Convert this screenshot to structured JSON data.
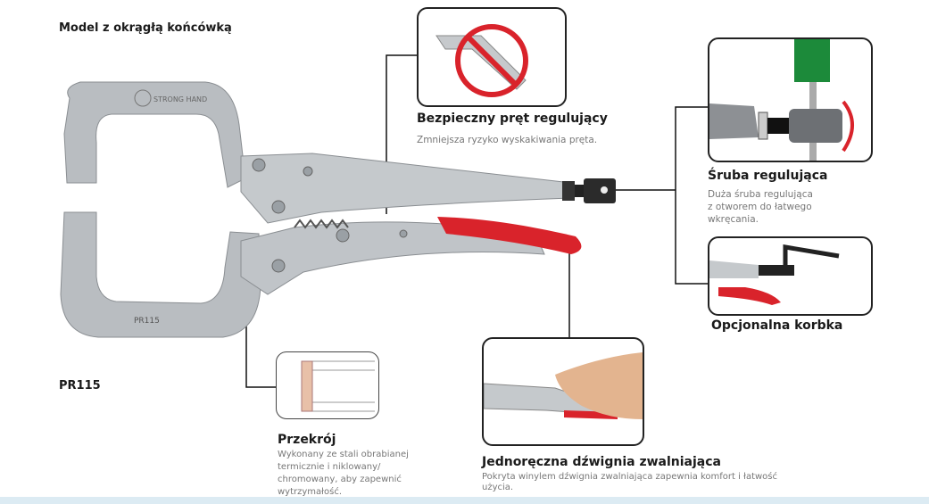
{
  "title": "Model z okrągłą końcówką",
  "model_label": "PR115",
  "logo_text": "STRONG HAND",
  "engraving": "PR115",
  "callouts": {
    "rod": {
      "title": "Bezpieczny pręt regulujący",
      "desc": "Zmniejsza ryzyko wyskakiwania pręta."
    },
    "screw": {
      "title": "Śruba regulująca",
      "desc_lines": [
        "Duża śruba regulująca",
        "z otworem do łatwego",
        "wkręcania."
      ]
    },
    "crank": {
      "title": "Opcjonalna korbka"
    },
    "section": {
      "title": "Przekrój",
      "desc_lines": [
        "Wykonany ze stali obrabianej",
        "termicznie i niklowany/",
        "chromowany, aby zapewnić",
        "wytrzymałość."
      ]
    },
    "lever": {
      "title": "Jednoręczna dźwignia zwalniająca",
      "desc_lines": [
        "Pokryta winylem dźwignia zwalniająca zapewnia komfort i łatwość",
        "użycia."
      ]
    }
  },
  "colors": {
    "handle_red": "#d9232b",
    "steel": "#b8bcc0",
    "accent_green": "#1c8a3a"
  }
}
